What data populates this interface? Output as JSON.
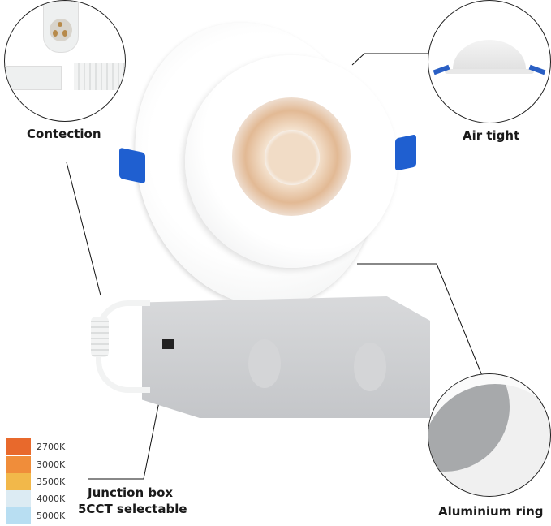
{
  "callouts": {
    "connection": {
      "label": "Contection"
    },
    "air_tight": {
      "label": "Air tight"
    },
    "aluminium_ring": {
      "label": "Aluminium ring"
    },
    "junction_box": {
      "line1": "Junction box",
      "line2": "5CCT selectable"
    }
  },
  "cct_legend": {
    "items": [
      {
        "label": "2700K",
        "color": "#e8692c"
      },
      {
        "label": "3000K",
        "color": "#f08d3a"
      },
      {
        "label": "3500K",
        "color": "#f2b84a"
      },
      {
        "label": "4000K",
        "color": "#dcebf3"
      },
      {
        "label": "5000K",
        "color": "#b8def2"
      }
    ]
  },
  "colors": {
    "clip_blue": "#1f5fd0",
    "led_warm": "#e9c9a8",
    "box_silver": "#c9cbce"
  }
}
